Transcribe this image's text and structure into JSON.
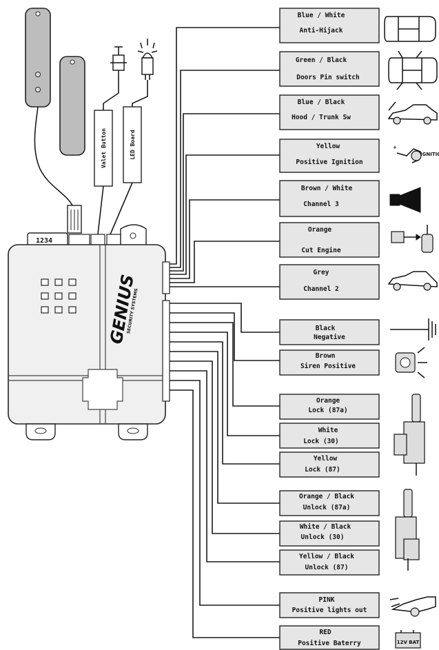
{
  "control_unit": {
    "brand": "GENIUS",
    "brand_sub": "SECURITY SYSTEMS",
    "connector_numbers": "1234"
  },
  "accessories": {
    "valet_button": "Valet Button",
    "led_board": "LED Board"
  },
  "wires": [
    {
      "color": "Blue / White",
      "function": "Anti-Hijack"
    },
    {
      "color": "Green / Black",
      "function": "Doors Pin switch"
    },
    {
      "color": "Blue / Black",
      "function": "Hood / Trunk Sw"
    },
    {
      "color": "Yellow",
      "function": "Positive Ignition"
    },
    {
      "color": "Brown / White",
      "function": "Channel 3"
    },
    {
      "color": "Orange",
      "function": "Cut Engine"
    },
    {
      "color": "Grey",
      "function": "Channel 2"
    },
    {
      "color": "Black",
      "function": "Negative"
    },
    {
      "color": "Brown",
      "function": "Siren Positive"
    },
    {
      "color": "Orange",
      "function": "Lock (87a)"
    },
    {
      "color": "White",
      "function": "Lock (30)"
    },
    {
      "color": "Yellow",
      "function": "Lock (87)"
    },
    {
      "color": "Orange / Black",
      "function": "Unlock (87a)"
    },
    {
      "color": "White / Black",
      "function": "Unlock (30)"
    },
    {
      "color": "Yellow / Black",
      "function": "Unlock (87)"
    },
    {
      "color": "PINK",
      "function": "Positive lights out"
    },
    {
      "color": "RED",
      "function": "Positive Baterry"
    }
  ],
  "icon_labels": {
    "ignition_key": "IGNITION KEY",
    "battery": "12V BAT"
  }
}
